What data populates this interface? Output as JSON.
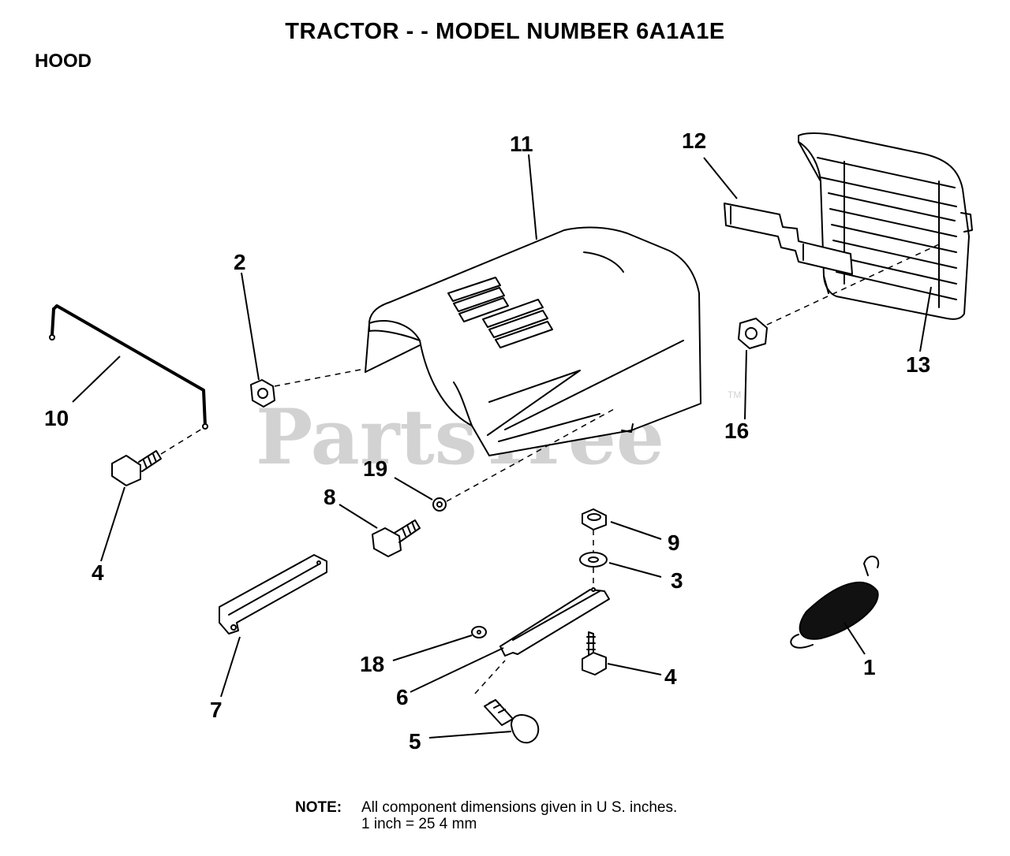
{
  "header": {
    "title": "TRACTOR - - MODEL NUMBER 6A1A1E",
    "section": "HOOD"
  },
  "watermark": {
    "text": "PartsTree",
    "tm": "TM"
  },
  "callouts": [
    "11",
    "12",
    "13",
    "2",
    "10",
    "16",
    "19",
    "8",
    "9",
    "4",
    "3",
    "1",
    "7",
    "18",
    "6",
    "4",
    "5"
  ],
  "note": {
    "label": "NOTE:",
    "line1": "All component dimensions given in U S. inches.",
    "line2": "1 inch = 25 4 mm"
  }
}
